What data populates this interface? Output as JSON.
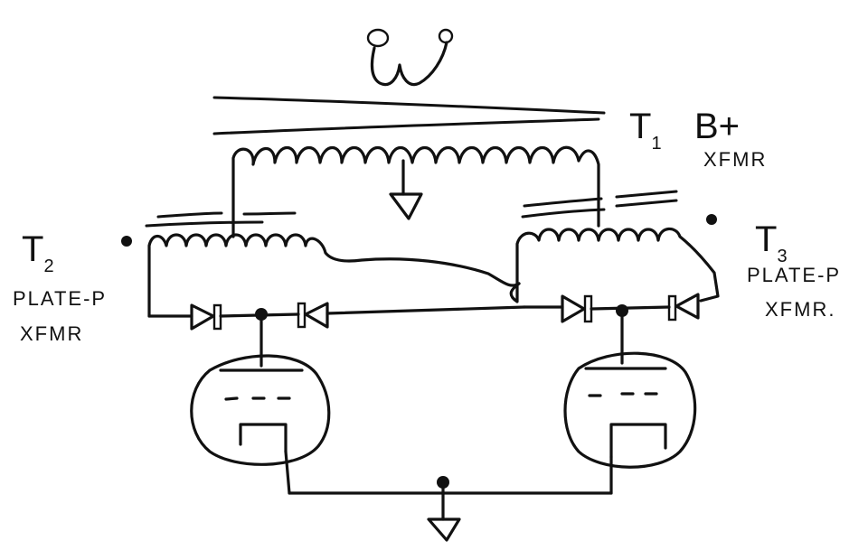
{
  "labels": {
    "t1": {
      "letter": "T",
      "sub": "1"
    },
    "t1_line1": "B+",
    "t1_line2": "XFMR",
    "t2": {
      "letter": "T",
      "sub": "2"
    },
    "t2_line1": "PLATE-P",
    "t2_line2": "XFMR",
    "t3": {
      "letter": "T",
      "sub": "3"
    },
    "t3_line1": "PLATE-P",
    "t3_line2": "XFMR."
  },
  "colors": {
    "ink": "#111111",
    "paper": "#ffffff"
  },
  "icons": [
    "ac-source-icon",
    "ground-icon",
    "diode-icon",
    "vacuum-tube-icon",
    "polarity-dot-icon"
  ]
}
